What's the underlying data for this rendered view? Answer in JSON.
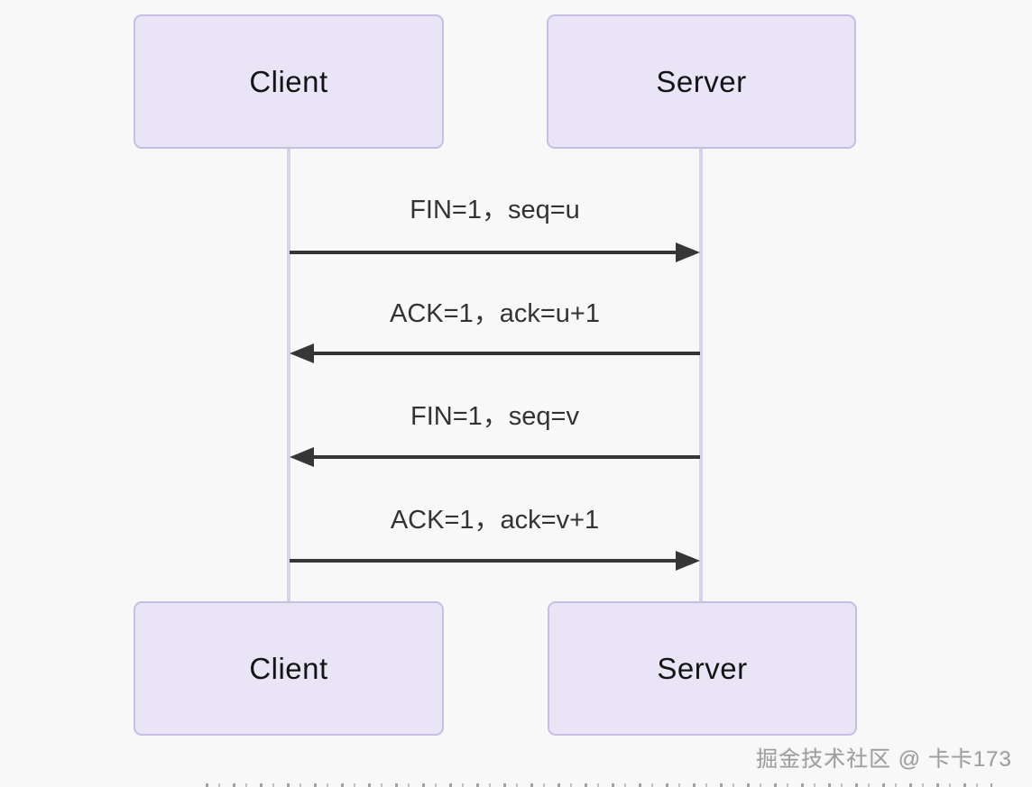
{
  "diagram": {
    "type": "sequence",
    "title_hint": "TCP connection termination (four-way handshake)",
    "actors": [
      {
        "id": "client",
        "label": "Client"
      },
      {
        "id": "server",
        "label": "Server"
      }
    ],
    "messages": [
      {
        "label": "FIN=1，seq=u",
        "from": "client",
        "to": "server",
        "direction": "right"
      },
      {
        "label": "ACK=1，ack=u+1",
        "from": "server",
        "to": "client",
        "direction": "left"
      },
      {
        "label": "FIN=1，seq=v",
        "from": "server",
        "to": "client",
        "direction": "left"
      },
      {
        "label": "ACK=1，ack=v+1",
        "from": "client",
        "to": "server",
        "direction": "right"
      }
    ]
  },
  "watermark": "掘金技术社区 @ 卡卡173",
  "colors": {
    "background": "#f9f8f9",
    "actor_fill": "#e9e5f7",
    "actor_border": "#c6bfe3",
    "lifeline": "#d8d2ee",
    "arrow": "#363636",
    "message_text": "#333333",
    "actor_text": "#141414",
    "watermark_text": "#9d9d9d"
  }
}
